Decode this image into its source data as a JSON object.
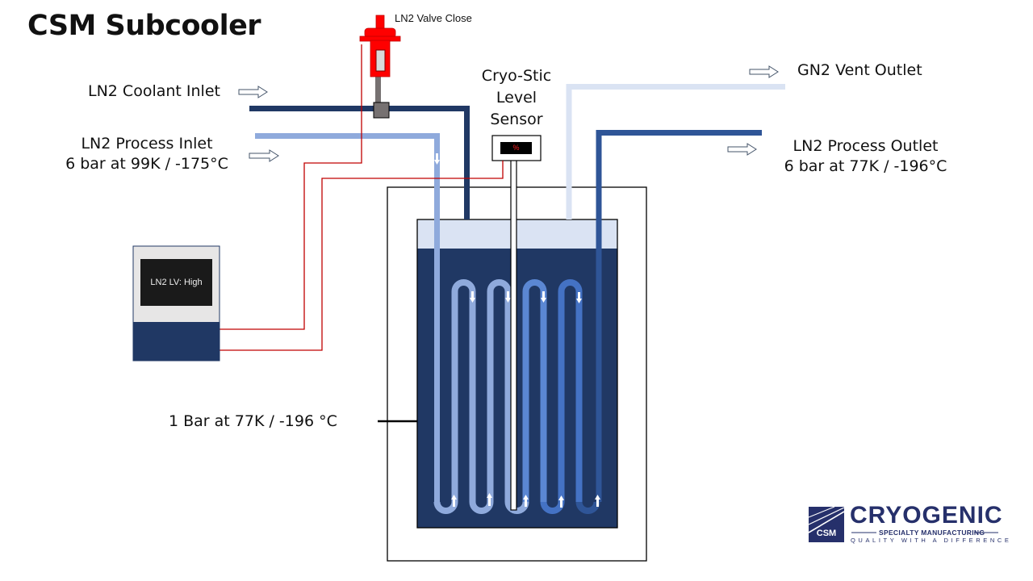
{
  "title": "CSM Subcooler",
  "labels": {
    "valve": "LN2 Valve Close",
    "coolant_inlet": "LN2 Coolant Inlet",
    "process_inlet_line1": "LN2 Process Inlet",
    "process_inlet_line2": "6 bar at 99K / -175°C",
    "sensor_line1": "Cryo-Stic",
    "sensor_line2": "Level",
    "sensor_line3": "Sensor",
    "sensor_display": "%",
    "vent_outlet": "GN2 Vent Outlet",
    "process_outlet_line1": "LN2 Process Outlet",
    "process_outlet_line2": "6 bar at 77K / -196°C",
    "bath_condition": "1 Bar at 77K / -196 °C",
    "panel_display": "LN2 LV: High"
  },
  "logo": {
    "mark_text": "CSM",
    "word": "CRYOGENIC",
    "sub": "SPECIALTY MANUFACTURING",
    "tagline": "QUALITY WITH A DIFFERENCE"
  },
  "colors": {
    "dark_navy": "#203864",
    "coolant_pipe": "#1f3864",
    "process_inlet": "#8faadc",
    "vent_pipe": "#dae3f3",
    "outlet_pipe": "#2f5597",
    "coil_mid": "#5b87d3",
    "coil_bright": "#4472c4",
    "valve_red": "#ff0000",
    "wire_red": "#c00000",
    "panel_grey": "#e7e6e6",
    "screen_black": "#1a1a1a",
    "logo_navy": "#26306b"
  },
  "flow": {
    "coil_down_arrows": 4,
    "coil_up_arrows": 5
  }
}
